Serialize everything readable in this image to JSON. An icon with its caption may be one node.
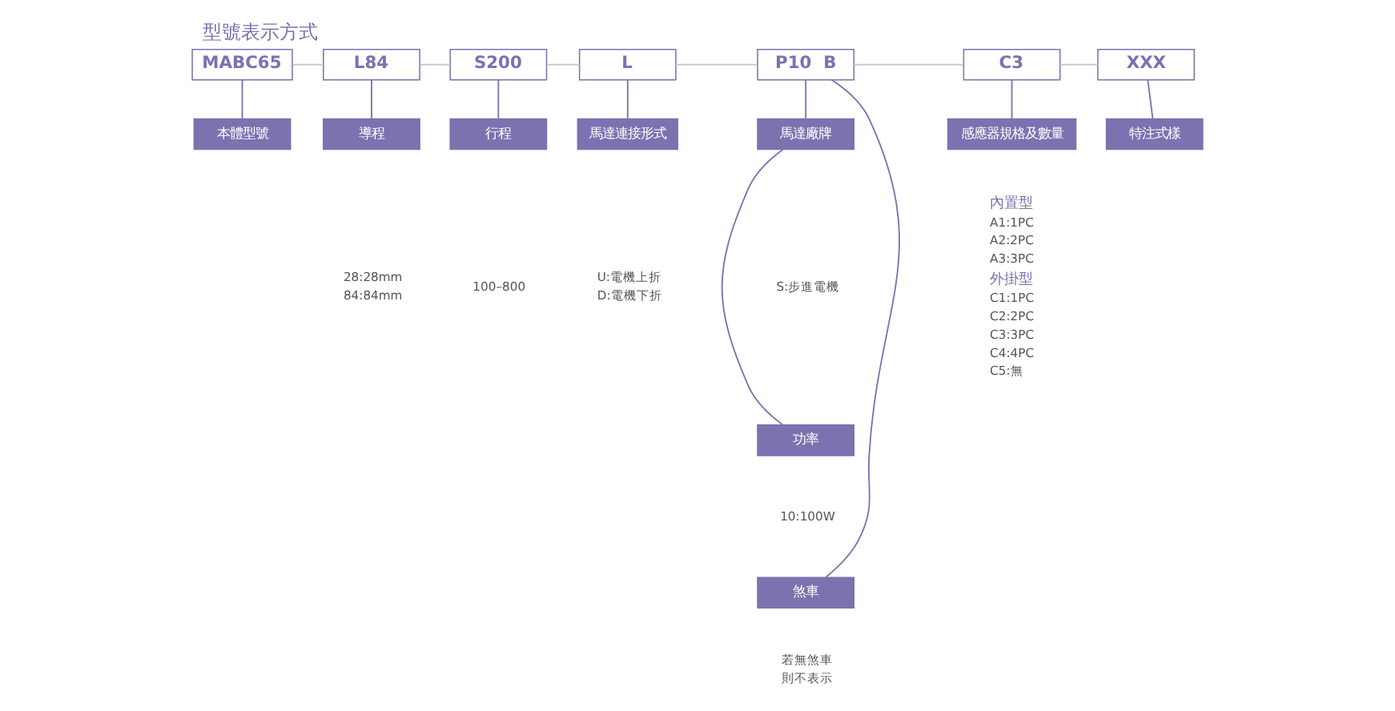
{
  "diagram": {
    "title": "型號表示方式",
    "nodes": [
      {
        "text": [
          "MABC65"
        ]
      },
      {
        "text": [
          "L84"
        ]
      },
      {
        "text": [
          "S200"
        ]
      },
      {
        "text": [
          "L"
        ]
      },
      {
        "text": [
          "P10  B"
        ]
      },
      {
        "text": [
          "C3"
        ]
      },
      {
        "text": [
          "XXX"
        ]
      },
      {
        "text": [
          "本體型號"
        ]
      },
      {
        "text": [
          "導程"
        ]
      },
      {
        "text": [
          "行程"
        ]
      },
      {
        "text": [
          "馬達連接形式"
        ]
      },
      {
        "text": [
          "馬達廠牌"
        ]
      },
      {
        "text": [
          "功率"
        ]
      },
      {
        "text": [
          "煞車"
        ]
      },
      {
        "text": [
          "感應器規格及數量"
        ]
      },
      {
        "text": [
          "特注式樣"
        ]
      }
    ],
    "edges": [
      {
        "from": 0,
        "to": 1,
        "arrow": "none",
        "color": "#c8c8d8"
      },
      {
        "from": 1,
        "to": 2,
        "arrow": "none",
        "color": "#c8c8d8"
      },
      {
        "from": 2,
        "to": 3,
        "arrow": "none",
        "color": "#c8c8d8"
      },
      {
        "from": 3,
        "to": 4,
        "arrow": "none",
        "color": "#c8c8d8"
      },
      {
        "from": 4,
        "to": 5,
        "arrow": "none",
        "color": "#c8c8d8"
      },
      {
        "from": 5,
        "to": 6,
        "arrow": "none",
        "color": "#c8c8d8"
      },
      {
        "from": 0,
        "to": 7,
        "arrow": "none"
      },
      {
        "from": 1,
        "to": 8,
        "arrow": "none"
      },
      {
        "from": 2,
        "to": 9,
        "arrow": "none"
      },
      {
        "from": 3,
        "to": 10,
        "arrow": "none"
      },
      {
        "from": 4,
        "to": 11,
        "arrow": "none"
      },
      {
        "from": 11,
        "to": 12,
        "arrow": "none"
      },
      {
        "from": 4,
        "to": 13,
        "arrow": "none"
      },
      {
        "from": 5,
        "to": 14,
        "arrow": "none"
      },
      {
        "from": 6,
        "to": 15,
        "arrow": "none"
      }
    ],
    "labels": [
      "28:28mm",
      "84:84mm",
      "100–800",
      "U:電機上折",
      "D:電機下折",
      "S:步進電機",
      "10:100W",
      "若無煞車",
      "則不表示",
      "內置型",
      "A1:1PC",
      "A2:2PC",
      "A3:3PC",
      "外掛型",
      "C1:1PC",
      "C2:2PC",
      "C3:3PC",
      "C4:4PC",
      "C5:無"
    ]
  }
}
